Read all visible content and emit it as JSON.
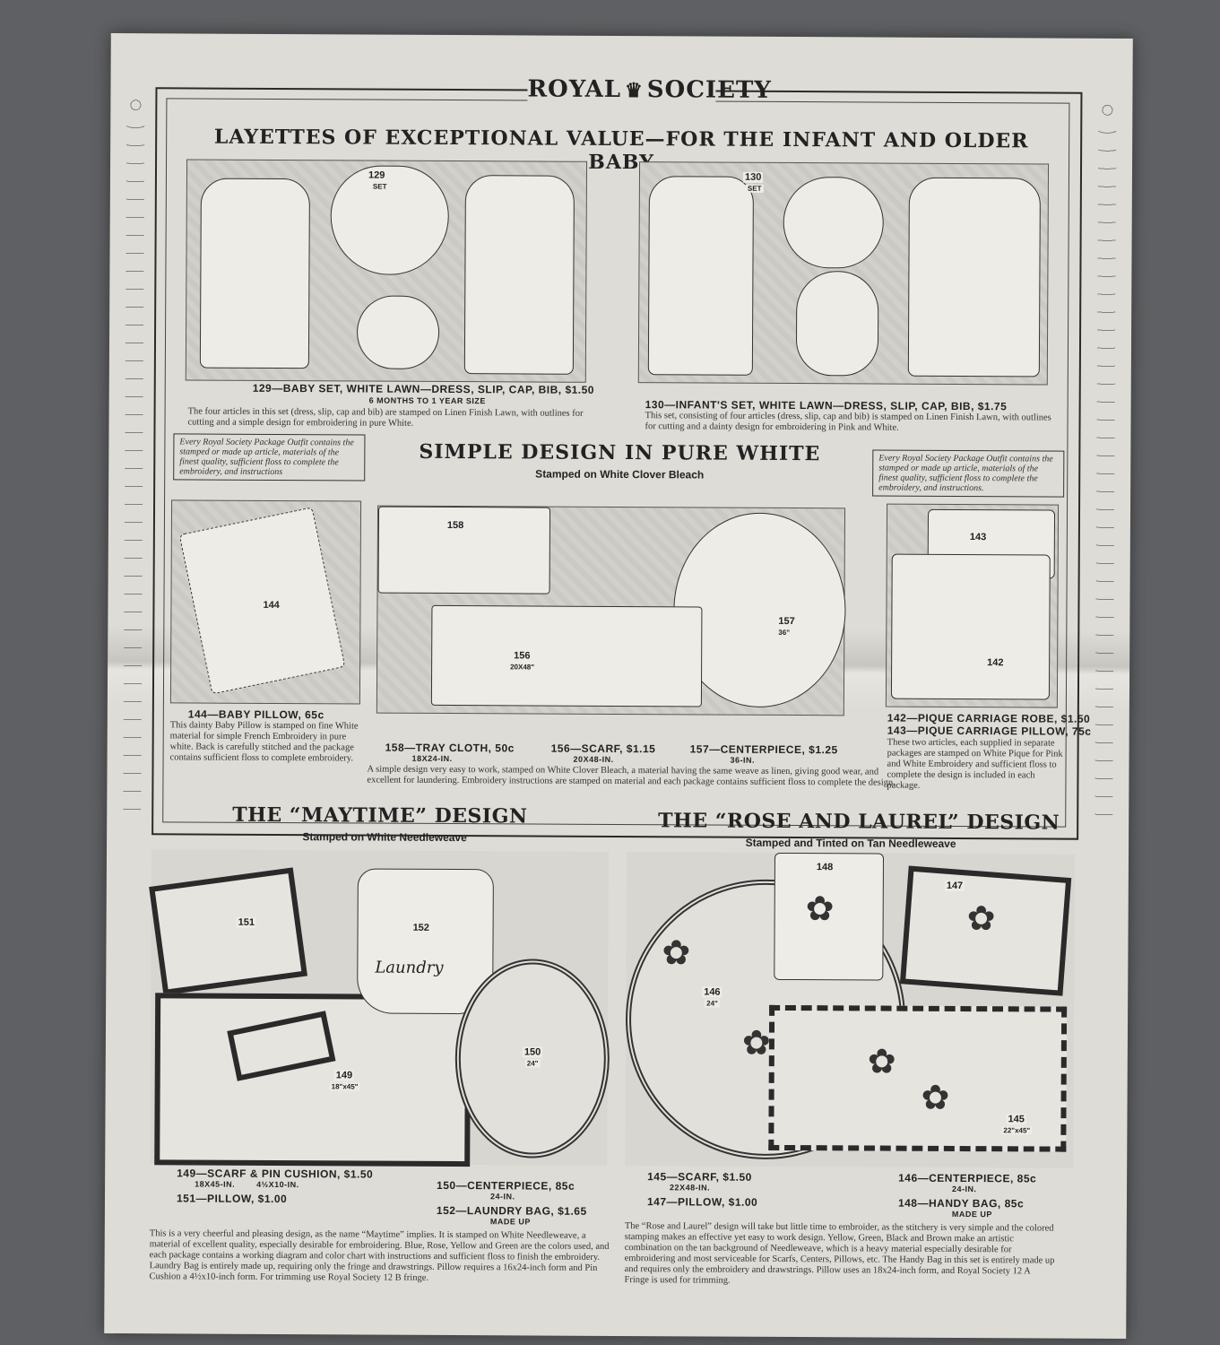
{
  "header": {
    "brand_left": "ROYAL",
    "brand_right": "SOCIETY",
    "headline": "LAYETTES OF EXCEPTIONAL VALUE—FOR THE INFANT AND OLDER BABY"
  },
  "layettes": {
    "set129": {
      "num": "129",
      "tag": "SET",
      "caption": "129—BABY SET, WHITE LAWN—DRESS, SLIP, CAP, BIB, $1.50",
      "size": "6 MONTHS TO 1 YEAR SIZE",
      "desc": "The four articles in this set (dress, slip, cap and bib) are stamped on Linen Finish Lawn, with outlines for cutting and a simple design for embroidering in pure White."
    },
    "set130": {
      "num": "130",
      "tag": "SET",
      "caption": "130—INFANT'S SET, WHITE LAWN—DRESS, SLIP, CAP, BIB, $1.75",
      "desc": "This set, consisting of four articles (dress, slip, cap and bib) is stamped on Linen Finish Lawn, with outlines for cutting and a dainty design for embroidering in Pink and White."
    }
  },
  "package_note": "Every Royal Society Package Outfit contains the stamped or made up article, materials of the finest quality, sufficient floss to complete the embroidery, and instructions",
  "package_note_right": "Every Royal Society Package Outfit contains the stamped or made up article, materials of the finest quality, sufficient floss to complete the embroidery, and instructions.",
  "simple": {
    "title": "SIMPLE DESIGN IN PURE WHITE",
    "subtitle": "Stamped on White Clover Bleach",
    "n144": "144",
    "n158": "158",
    "n157": "157",
    "n157s": "36\"",
    "n156": "156",
    "n156s": "20X48\"",
    "n143": "143",
    "n142": "142",
    "pillow_caption": "144—BABY PILLOW, 65c",
    "pillow_desc": "This dainty Baby Pillow is stamped on fine White material for simple French Embroidery in pure white. Back is carefully stitched and the package contains sufficient floss to complete embroidery.",
    "tray_caption": "158—TRAY CLOTH, 50c",
    "tray_size": "18X24-IN.",
    "scarf_caption": "156—SCARF, $1.15",
    "scarf_size": "20X48-IN.",
    "center_caption": "157—CENTERPIECE, $1.25",
    "center_size": "36-IN.",
    "middle_desc": "A simple design very easy to work, stamped on White Clover Bleach, a material having the same weave as linen, giving good wear, and excellent for laundering. Embroidery instructions are stamped on material and each package contains sufficient floss to complete the design.",
    "robe_caption": "142—PIQUE CARRIAGE ROBE, $1.50",
    "carriage_pillow_caption": "143—PIQUE CARRIAGE PILLOW, 75c",
    "carriage_desc": "These two articles, each supplied in separate packages are stamped on White Pique for Pink and White Embroidery and sufficient floss to complete the design is included in each package."
  },
  "maytime": {
    "title": "THE “MAYTIME” DESIGN",
    "subtitle": "Stamped on White Needleweave",
    "n151": "151",
    "n152": "152",
    "n149": "149",
    "n149s": "18\"x45\"",
    "n150": "150",
    "n150s": "24\"",
    "bag_word": "Laundry",
    "c149": "149—SCARF & PIN CUSHION, $1.50",
    "c149s": "18X45-IN.        4½X10-IN.",
    "c151": "151—PILLOW, $1.00",
    "c150": "150—CENTERPIECE, 85c",
    "c150s": "24-IN.",
    "c152": "152—LAUNDRY BAG, $1.65",
    "c152s": "MADE UP",
    "desc": "This is a very cheerful and pleasing design, as the name “Maytime” implies. It is stamped on White Needleweave, a material of excellent quality, especially desirable for embroidering. Blue, Rose, Yellow and Green are the colors used, and each package contains a working diagram and color chart with instructions and sufficient floss to finish the embroidery. Laundry Bag is entirely made up, requiring only the fringe and drawstrings. Pillow requires a 16x24-inch form and Pin Cushion a 4½x10-inch form. For trimming use Royal Society 12 B fringe."
  },
  "rose": {
    "title": "THE “ROSE AND LAUREL” DESIGN",
    "subtitle": "Stamped and Tinted on Tan Needleweave",
    "n148": "148",
    "n147": "147",
    "n146": "146",
    "n146s": "24\"",
    "n145": "145",
    "n145s": "22\"x45\"",
    "c145": "145—SCARF, $1.50",
    "c145s": "22X48-IN.",
    "c147": "147—PILLOW, $1.00",
    "c146": "146—CENTERPIECE, 85c",
    "c146s": "24-IN.",
    "c148": "148—HANDY BAG, 85c",
    "c148s": "MADE UP",
    "desc": "The “Rose and Laurel” design will take but little time to embroider, as the stitchery is very simple and the colored stamping makes an effective yet easy to work design. Yellow, Green, Black and Brown make an artistic combination on the tan background of Needleweave, which is a heavy material especially desirable for embroidering and most serviceable for Scarfs, Centers, Pillows, etc. The Handy Bag in this set is entirely made up and requires only the embroidery and drawstrings. Pillow uses an 18x24-inch form, and Royal Society 12 A Fringe is used for trimming."
  },
  "icons": {
    "crown": "crown-icon",
    "flower": "rose-icon"
  },
  "colors": {
    "paper": "#dedcd6",
    "ink": "#222222",
    "background": "#5f6063"
  }
}
